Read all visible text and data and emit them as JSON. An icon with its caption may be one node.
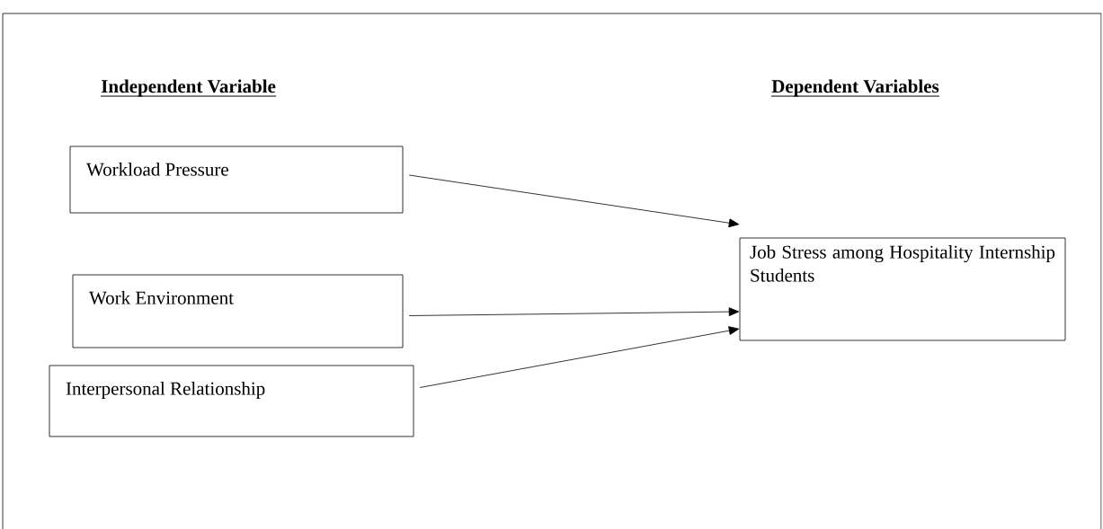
{
  "diagram": {
    "nodes": [
      {
        "text": [
          "Workload Pressure"
        ]
      },
      {
        "text": [
          "Work Environment"
        ]
      },
      {
        "text": [
          "Interpersonal Relationship"
        ]
      },
      {
        "text": [
          "Job Stress among Hospitality Internship Students"
        ]
      }
    ],
    "edges": [
      {
        "from": 0,
        "to": 3,
        "arrow": "to"
      },
      {
        "from": 1,
        "to": 3,
        "arrow": "to"
      },
      {
        "from": 2,
        "to": 3,
        "arrow": "to"
      }
    ],
    "labels": [
      "Independent Variable",
      "Dependent Variables"
    ]
  }
}
